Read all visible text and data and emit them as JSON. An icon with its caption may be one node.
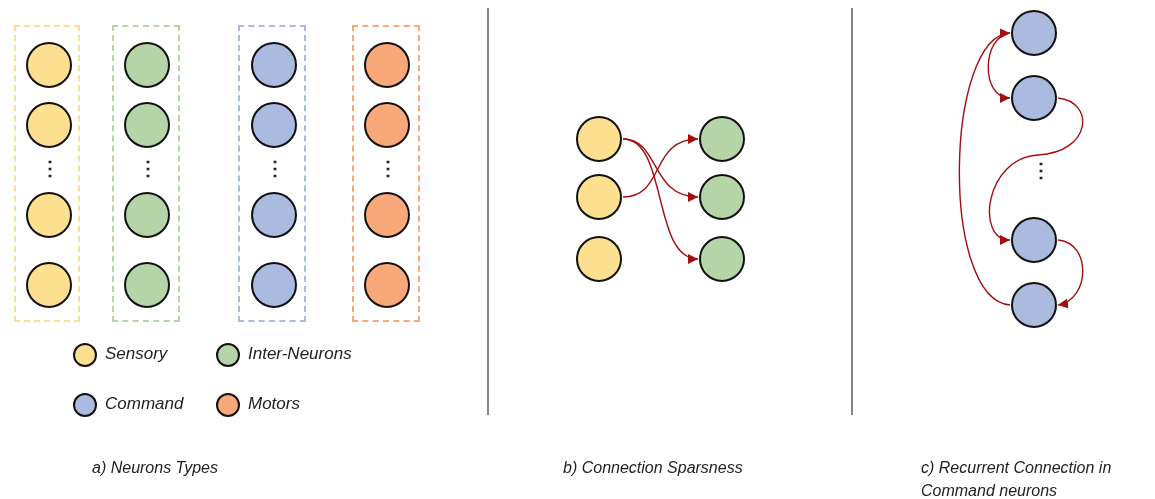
{
  "diagram": {
    "nodes": [
      {
        "text": [],
        "shape": "box"
      },
      {
        "text": [],
        "shape": "circle",
        "in": 0
      },
      {
        "text": [],
        "shape": "circle",
        "in": 0
      },
      {
        "text": [],
        "shape": "circle",
        "in": 0
      },
      {
        "text": [],
        "shape": "circle",
        "in": 0
      },
      {
        "text": [],
        "shape": "box"
      },
      {
        "text": [],
        "shape": "circle",
        "in": 5
      },
      {
        "text": [],
        "shape": "circle",
        "in": 5
      },
      {
        "text": [],
        "shape": "circle",
        "in": 5
      },
      {
        "text": [],
        "shape": "circle",
        "in": 5
      },
      {
        "text": [],
        "shape": "box"
      },
      {
        "text": [],
        "shape": "circle",
        "in": 10
      },
      {
        "text": [],
        "shape": "circle",
        "in": 10
      },
      {
        "text": [],
        "shape": "circle",
        "in": 10
      },
      {
        "text": [],
        "shape": "circle",
        "in": 10
      },
      {
        "text": [],
        "shape": "box"
      },
      {
        "text": [],
        "shape": "circle",
        "in": 15
      },
      {
        "text": [],
        "shape": "circle",
        "in": 15
      },
      {
        "text": [],
        "shape": "circle",
        "in": 15
      },
      {
        "text": [],
        "shape": "circle",
        "in": 15
      },
      {
        "text": [],
        "shape": "circle"
      },
      {
        "text": [],
        "shape": "circle"
      },
      {
        "text": [],
        "shape": "circle"
      },
      {
        "text": [],
        "shape": "circle"
      },
      {
        "text": [],
        "shape": "circle"
      },
      {
        "text": [],
        "shape": "circle"
      },
      {
        "text": [],
        "shape": "circle"
      },
      {
        "text": [],
        "shape": "circle"
      },
      {
        "text": [],
        "shape": "circle"
      },
      {
        "text": [],
        "shape": "circle"
      }
    ],
    "edges": [
      {
        "from": 20,
        "to": 24,
        "arrow": "to"
      },
      {
        "from": 20,
        "to": 25,
        "arrow": "to"
      },
      {
        "from": 21,
        "to": 23,
        "arrow": "to"
      },
      {
        "from": 26,
        "to": 27,
        "arrow": "to"
      },
      {
        "from": 27,
        "to": 28,
        "arrow": "to"
      },
      {
        "from": 28,
        "to": 29,
        "arrow": "to"
      },
      {
        "from": 29,
        "to": 26,
        "arrow": "to"
      }
    ],
    "labels": [
      "⋮",
      "⋮",
      "⋮",
      "⋮",
      "⋮",
      "a) Neurons Types",
      "b) Connection Sparsness",
      "c) Recurrent Connection in Command neurons"
    ],
    "legend": [
      {
        "text": "Sensory",
        "color": "#fde08f"
      },
      {
        "text": "Inter-Neurons",
        "color": "#b5d5a8"
      },
      {
        "text": "Command",
        "color": "#aabbdf"
      },
      {
        "text": "Motors",
        "color": "#f9a87a"
      }
    ]
  }
}
